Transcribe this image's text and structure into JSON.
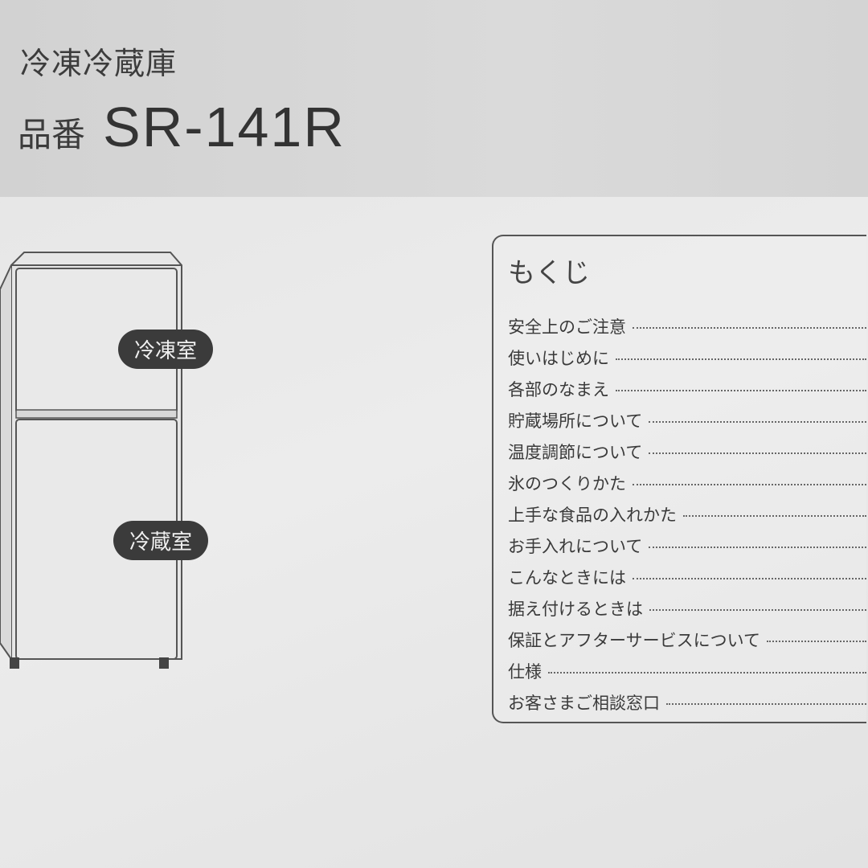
{
  "header": {
    "product_name": "冷凍冷蔵庫",
    "model_label": "品番",
    "model_number": "SR-141R"
  },
  "illustration": {
    "freezer_label": "冷凍室",
    "fridge_label": "冷蔵室"
  },
  "toc": {
    "title": "もくじ",
    "items": [
      "安全上のご注意",
      "使いはじめに",
      "各部のなまえ",
      "貯蔵場所について",
      "温度調節について",
      "氷のつくりかた",
      "上手な食品の入れかた",
      "お手入れについて",
      "こんなときには",
      "据え付けるときは",
      "保証とアフターサービスについて",
      "仕様",
      "お客さまご相談窓口"
    ]
  }
}
